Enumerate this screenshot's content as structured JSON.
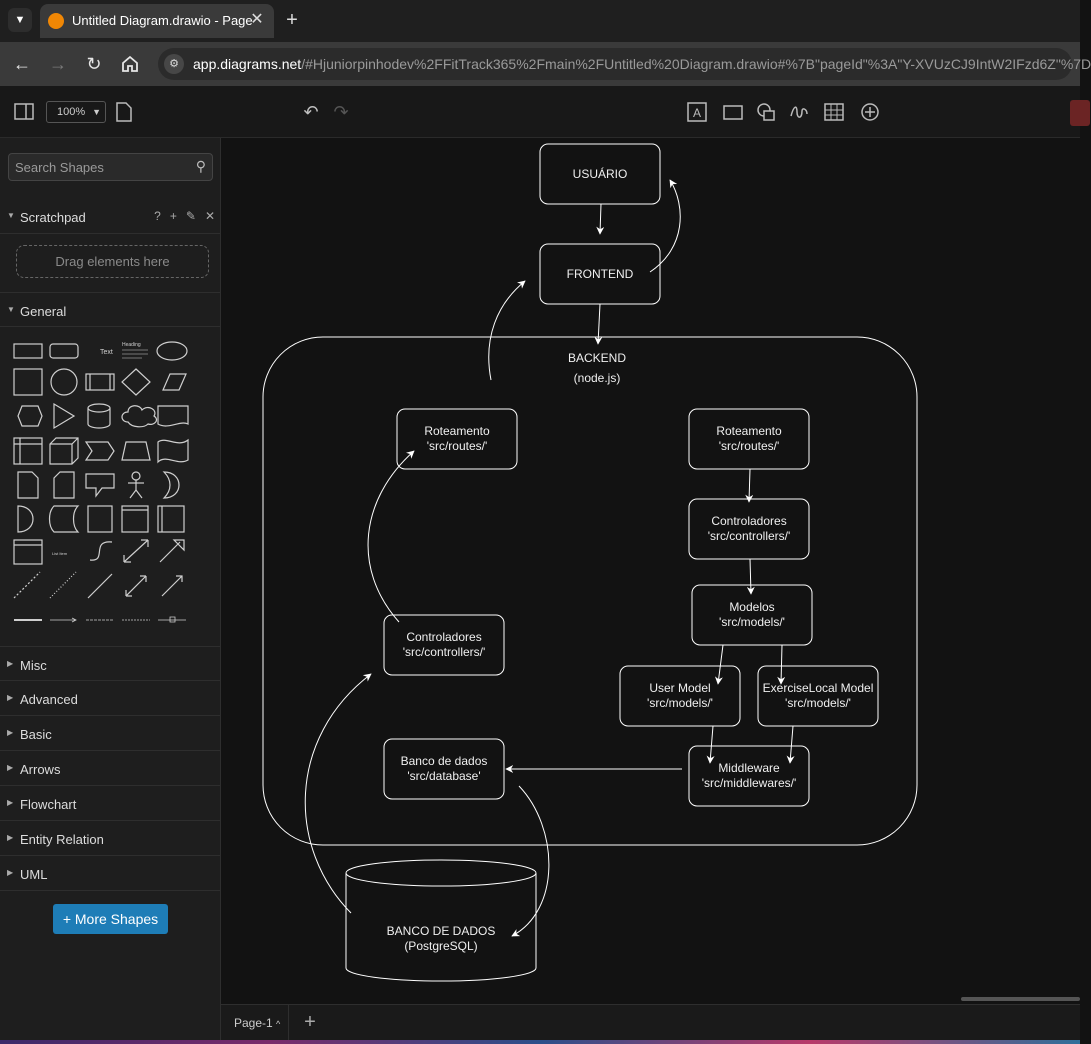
{
  "browser": {
    "tab_title": "Untitled Diagram.drawio - Page",
    "tab_close": "✕",
    "new_tab": "+",
    "url_host": "app.diagrams.net",
    "url_rest": "/#Hjuniorpinhodev%2FFitTrack365%2Fmain%2FUntitled%20Diagram.drawio#%7B\"pageId\"%3A\"Y-XVUzCJ9IntW2IFzd6Z\"%7D"
  },
  "toolbar": {
    "zoom_value": "100%"
  },
  "sidebar": {
    "search_placeholder": "Search Shapes",
    "scratchpad_label": "Scratchpad",
    "scratchpad_drop": "Drag elements here",
    "general_label": "General",
    "palette_text": "Text",
    "palette_heading": "Heading",
    "palette_list": "List Item",
    "sections": [
      "Misc",
      "Advanced",
      "Basic",
      "Arrows",
      "Flowchart",
      "Entity Relation",
      "UML"
    ],
    "more_shapes": "More Shapes"
  },
  "diagram": {
    "usuario": "USUÁRIO",
    "frontend": "FRONTEND",
    "backend_line1": "BACKEND",
    "backend_line2": "(node.js)",
    "rot_left_1": "Roteamento",
    "rot_left_2": "'src/routes/'",
    "rot_right_1": "Roteamento",
    "rot_right_2": "'src/routes/'",
    "ctrl_right_1": "Controladores",
    "ctrl_right_2": "'src/controllers/'",
    "models_1": "Modelos",
    "models_2": "'src/models/'",
    "ctrl_left_1": "Controladores",
    "ctrl_left_2": "'src/controllers/'",
    "user_model_1": "User Model",
    "user_model_2": "'src/models/'",
    "ex_model_1": "ExerciseLocal Model",
    "ex_model_2": "'src/models/'",
    "middleware_1": "Middleware",
    "middleware_2": "'src/middlewares/'",
    "db_src_1": "Banco de dados",
    "db_src_2": "'src/database'",
    "db_1": "BANCO DE DADOS",
    "db_2": "(PostgreSQL)"
  },
  "pagebar": {
    "page_label": "Page-1",
    "add_page": "+"
  }
}
